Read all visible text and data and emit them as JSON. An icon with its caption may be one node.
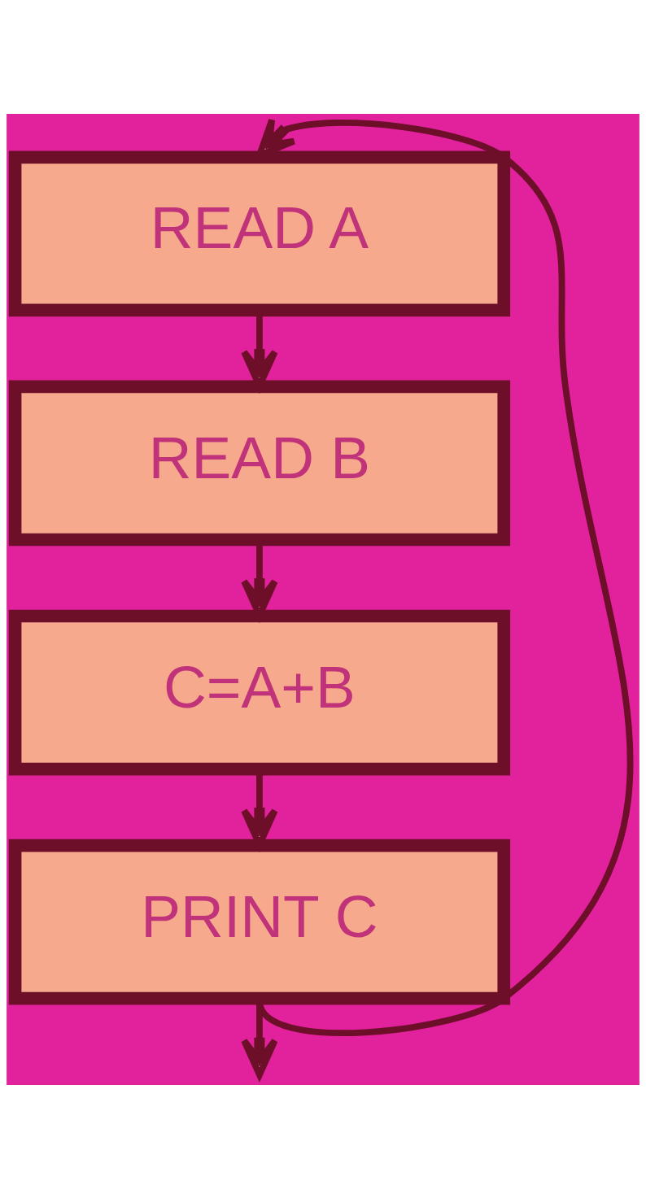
{
  "diagram": {
    "nodes": [
      {
        "text": [
          "READ A"
        ]
      },
      {
        "text": [
          "READ B"
        ]
      },
      {
        "text": [
          "C=A+B"
        ]
      },
      {
        "text": [
          "PRINT C"
        ]
      }
    ],
    "edges": [
      {
        "from": 0,
        "to": 1,
        "arrow": "to"
      },
      {
        "from": 1,
        "to": 2,
        "arrow": "to"
      },
      {
        "from": 2,
        "to": 3,
        "arrow": "to"
      },
      {
        "from": 3,
        "to": 0,
        "arrow": "to"
      },
      {
        "from": 3,
        "to": null,
        "arrow": "to"
      }
    ]
  }
}
